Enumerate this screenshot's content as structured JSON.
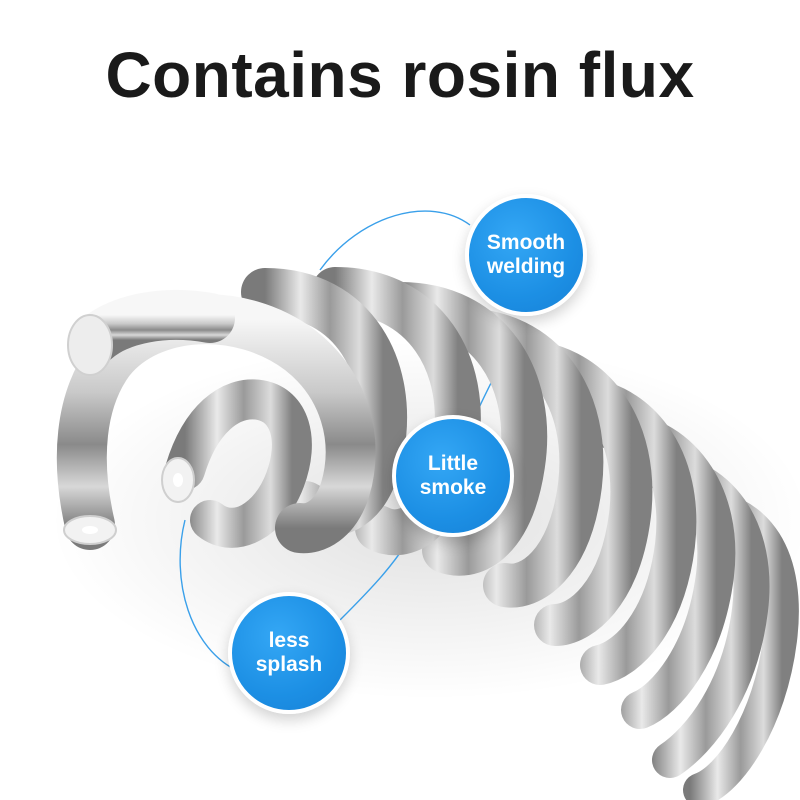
{
  "title": "Contains rosin flux",
  "features": [
    {
      "label": "Smooth\nwelding"
    },
    {
      "label": "Little\nsmoke"
    },
    {
      "label": "less\nsplash"
    }
  ],
  "colors": {
    "accent_blue": "#1c8fe4",
    "metal_light": "#f4f4f4",
    "metal_mid": "#b9b9b9",
    "metal_dark": "#6e6e6e",
    "flux_core": "#ffffff"
  }
}
